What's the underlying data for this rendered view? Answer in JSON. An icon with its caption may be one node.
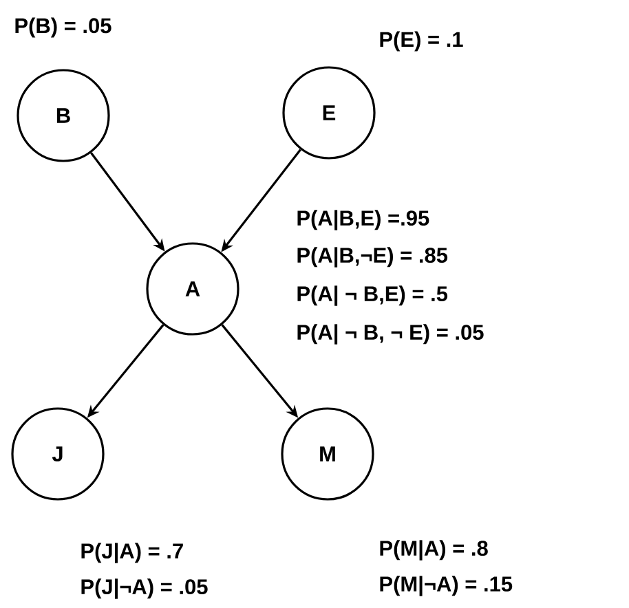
{
  "diagram": {
    "nodes": [
      {
        "text": [
          "B"
        ],
        "beside": [
          "P(B) = .05"
        ]
      },
      {
        "text": [
          "E"
        ],
        "beside": [
          "P(E) = .1"
        ]
      },
      {
        "text": [
          "A"
        ],
        "beside": [
          "P(A|B,E) =.95",
          "P(A|B,¬E) = .85",
          "P(A| ¬ B,E) = .5",
          "P(A| ¬ B, ¬ E) = .05"
        ]
      },
      {
        "text": [
          "J"
        ],
        "beside": [
          "P(J|A) = .7",
          "P(J|¬A) = .05"
        ]
      },
      {
        "text": [
          "M"
        ],
        "beside": [
          "P(M|A) = .8",
          "P(M|¬A) = .15"
        ]
      }
    ],
    "edges": [
      {
        "from": 0,
        "to": 2,
        "arrow": "to"
      },
      {
        "from": 1,
        "to": 2,
        "arrow": "to"
      },
      {
        "from": 2,
        "to": 3,
        "arrow": "to"
      },
      {
        "from": 2,
        "to": 4,
        "arrow": "to"
      }
    ]
  }
}
